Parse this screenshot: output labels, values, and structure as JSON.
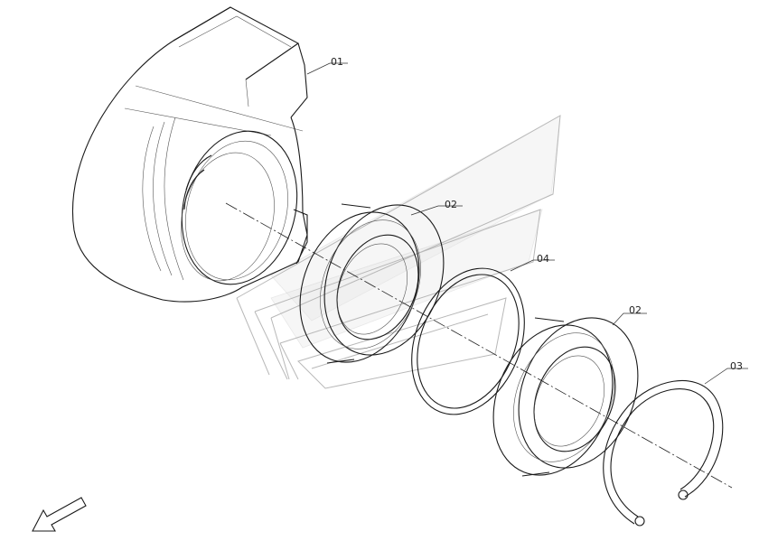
{
  "callouts": {
    "housing": "01",
    "bearing_upper": "02",
    "seal_ring": "04",
    "bearing_lower": "02",
    "circlip": "03"
  },
  "icons": {
    "direction": "direction-arrow-icon",
    "watermark": "watermark-logo"
  },
  "colors": {
    "line": "#1a1a1a",
    "watermark": "#bdbdbd"
  }
}
